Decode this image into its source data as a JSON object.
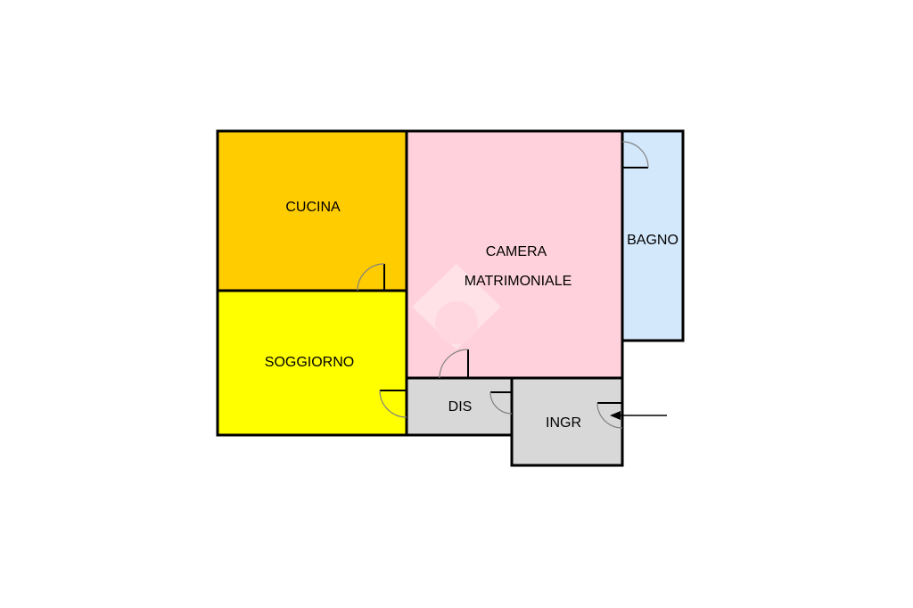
{
  "rooms": {
    "cucina": {
      "label": "CUCINA",
      "color": "#ffcc00"
    },
    "soggiorno": {
      "label": "SOGGIORNO",
      "color": "#ffff00"
    },
    "camera": {
      "label_line1": "CAMERA",
      "label_line2": "MATRIMONIALE",
      "color": "#ffd1dc"
    },
    "bagno": {
      "label": "BAGNO",
      "color": "#d4e8fc"
    },
    "dis": {
      "label": "DIS",
      "color": "#d8d8d8"
    },
    "ingr": {
      "label": "INGR",
      "color": "#d8d8d8"
    }
  },
  "colors": {
    "wall": "#000000",
    "door_arc": "#808080"
  },
  "icons": [
    "entrance-arrow-icon",
    "watermark-logo-icon"
  ]
}
